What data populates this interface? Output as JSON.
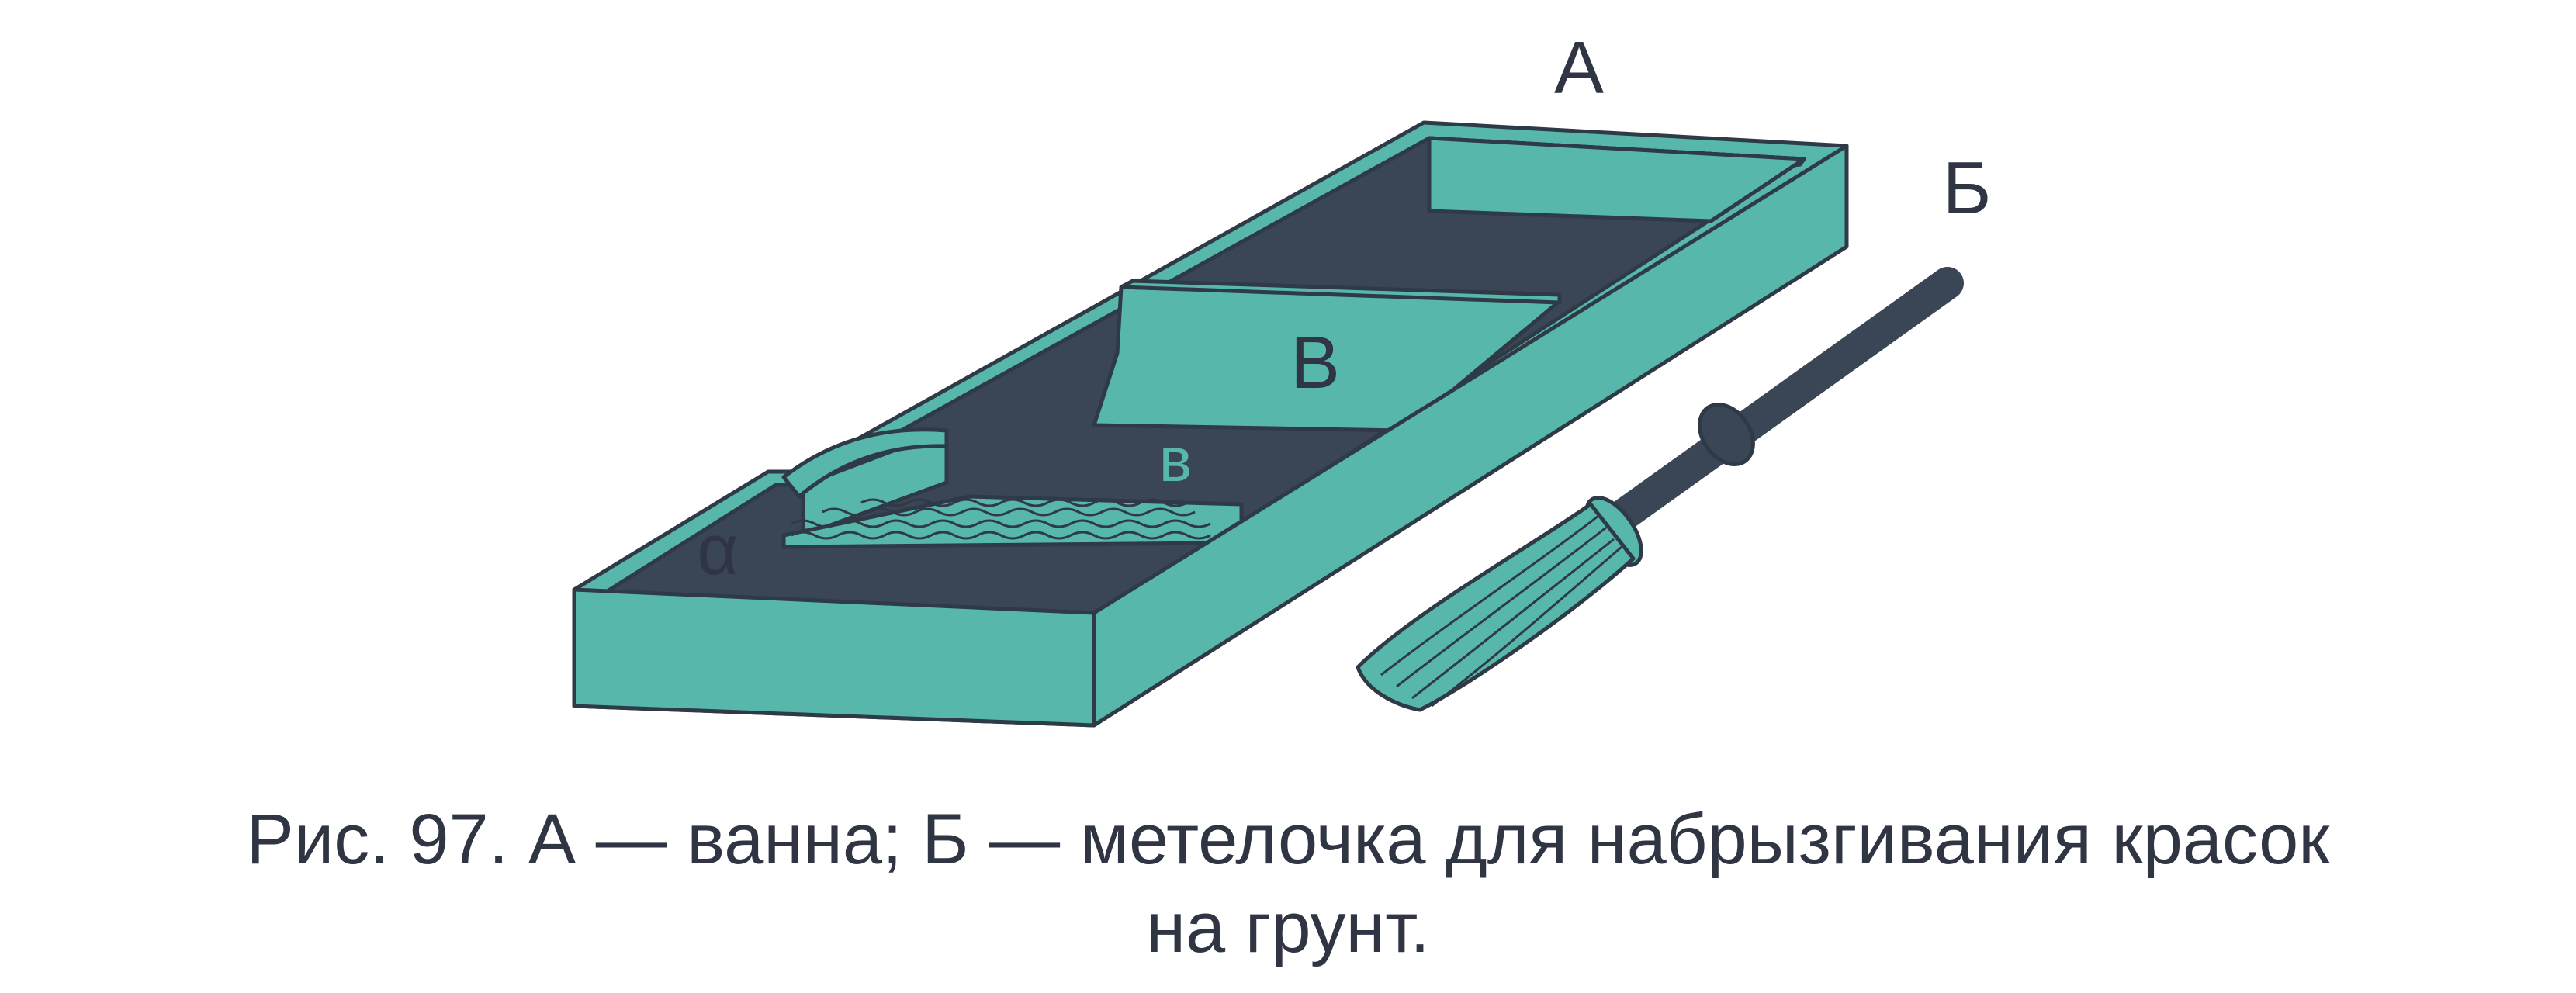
{
  "figure": {
    "labels": {
      "a_upper": "А",
      "b_upper": "Б",
      "v_upper": "В",
      "v_lower": "в",
      "alpha": "α"
    },
    "caption_line1": "Рис. 97. А — ванна; Б — метелочка для набрызгивания красок",
    "caption_line2": "на грунт."
  },
  "colors": {
    "teal": "#57b7aa",
    "dark": "#3a4555",
    "outline": "#2e3a46",
    "text": "#2f3542"
  }
}
